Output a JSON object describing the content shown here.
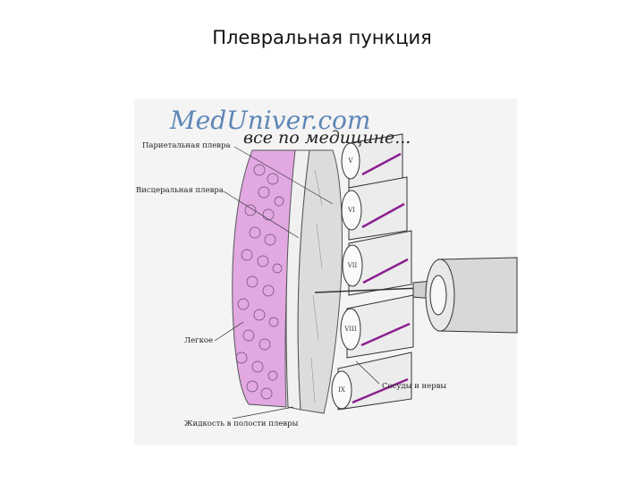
{
  "slide": {
    "title": "Плевральная пункция"
  },
  "watermark": {
    "brand": "MedUniver.com",
    "tagline": "все по медицине..."
  },
  "labels": {
    "parietal_pleura": "Париетальная плевра",
    "visceral_pleura": "Висцеральная плевра",
    "lung": "Легкое",
    "vessels_nerves": "Сосуды и нервы",
    "pleural_fluid": "Жидкость в полости плевры"
  },
  "ribs": [
    "V",
    "VI",
    "VII",
    "VIII",
    "IX"
  ],
  "colors": {
    "lung": "#e2a8e2",
    "vessel": "#8a2090",
    "watermark": "#5d86b6"
  }
}
